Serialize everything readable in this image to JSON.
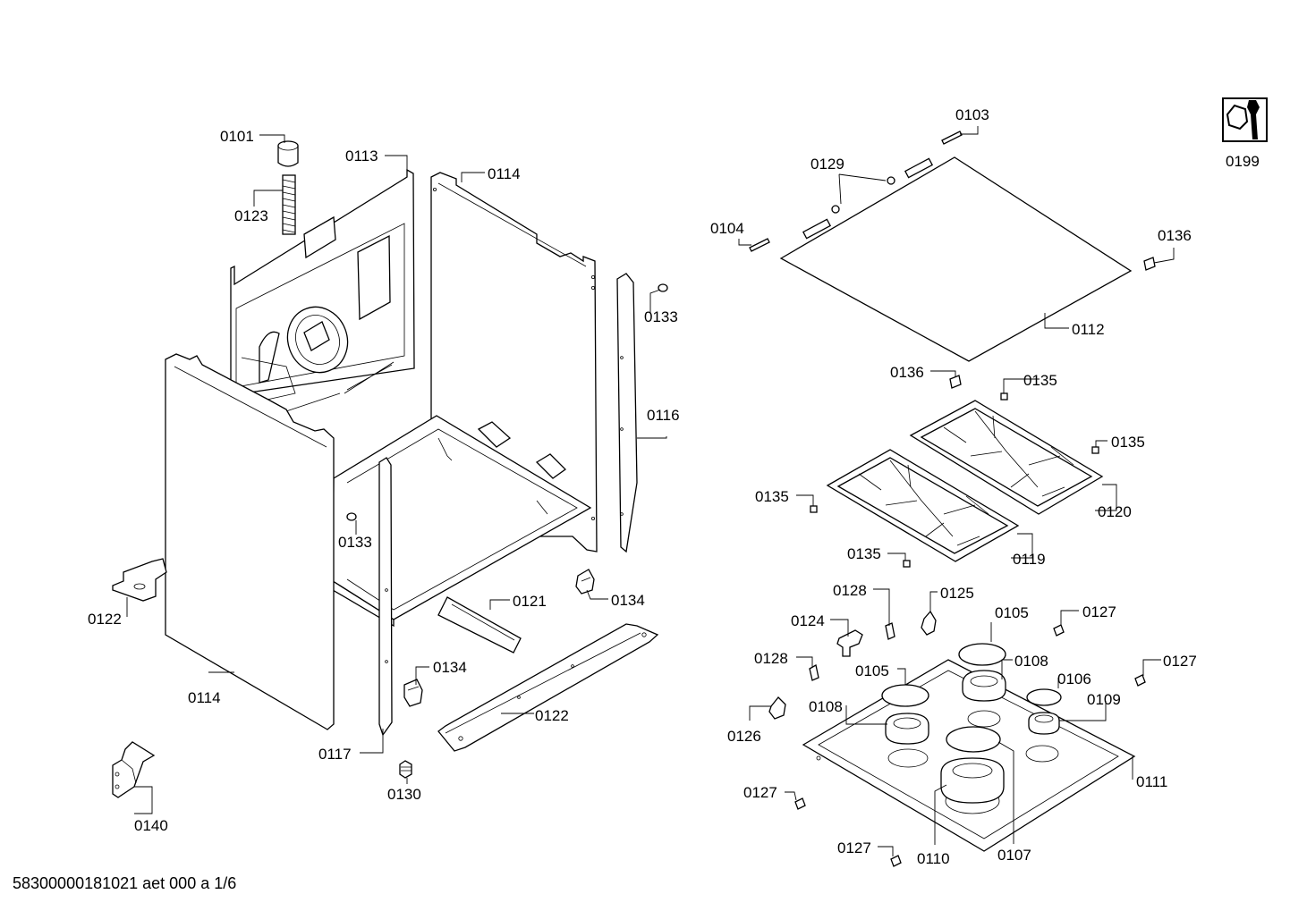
{
  "footer": "58300000181021 aet 000 a 1/6",
  "parts": {
    "p0101": "0101",
    "p0123": "0123",
    "p0113": "0113",
    "p0114a": "0114",
    "p0133a": "0133",
    "p0116": "0116",
    "p0133b": "0133",
    "p0122a": "0122",
    "p0114b": "0114",
    "p0121": "0121",
    "p0134a": "0134",
    "p0134b": "0134",
    "p0122b": "0122",
    "p0117": "0117",
    "p0130": "0130",
    "p0140": "0140",
    "p0103": "0103",
    "p0129": "0129",
    "p0104": "0104",
    "p0136a": "0136",
    "p0112": "0112",
    "p0136b": "0136",
    "p0135a": "0135",
    "p0135b": "0135",
    "p0135c": "0135",
    "p0120": "0120",
    "p0119": "0119",
    "p0135d": "0135",
    "p0128a": "0128",
    "p0125": "0125",
    "p0105a": "0105",
    "p0127a": "0127",
    "p0124": "0124",
    "p0128b": "0128",
    "p0105b": "0105",
    "p0108a": "0108",
    "p0106": "0106",
    "p0127b": "0127",
    "p0108b": "0108",
    "p0109": "0109",
    "p0126": "0126",
    "p0111": "0111",
    "p0127c": "0127",
    "p0127d": "0127",
    "p0110": "0110",
    "p0107": "0107",
    "p0199": "0199"
  }
}
